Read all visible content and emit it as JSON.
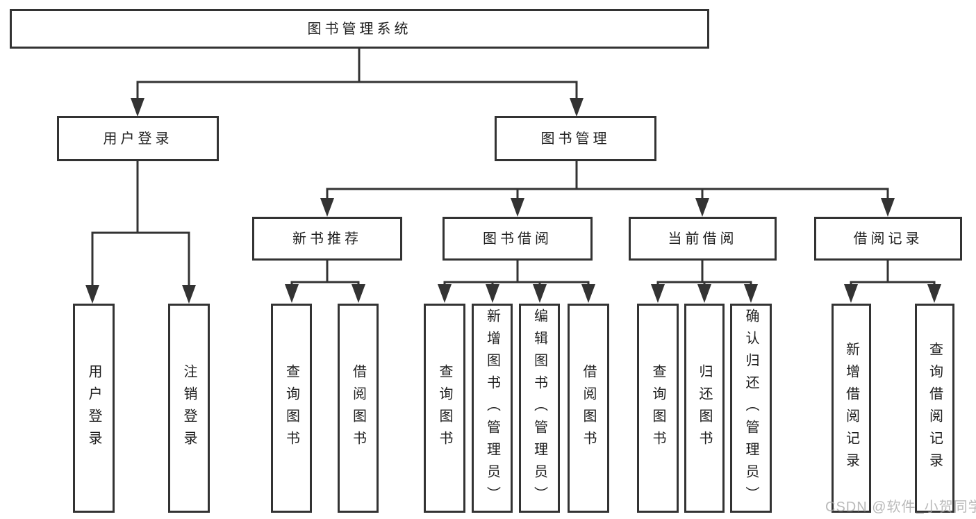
{
  "diagram": {
    "root": {
      "label": "图书管理系统"
    },
    "user_login": {
      "label": "用户登录",
      "leaves": [
        "用户登录",
        "注销登录"
      ]
    },
    "book_management": {
      "label": "图书管理",
      "groups": [
        {
          "label": "新书推荐",
          "leaves": [
            "查询图书",
            "借阅图书"
          ]
        },
        {
          "label": "图书借阅",
          "leaves": [
            "查询图书",
            "新增图书（管理员）",
            "编辑图书（管理员）",
            "借阅图书"
          ]
        },
        {
          "label": "当前借阅",
          "leaves": [
            "查询图书",
            "归还图书",
            "确认归还（管理员）"
          ]
        },
        {
          "label": "借阅记录",
          "leaves": [
            "新增借阅记录",
            "查询借阅记录"
          ]
        }
      ]
    }
  },
  "watermark": "CSDN @软件_小贺同学",
  "colors": {
    "line": "#333333",
    "text": "#1f1f1f",
    "watermark": "#a8a8a8",
    "background": "#ffffff"
  }
}
